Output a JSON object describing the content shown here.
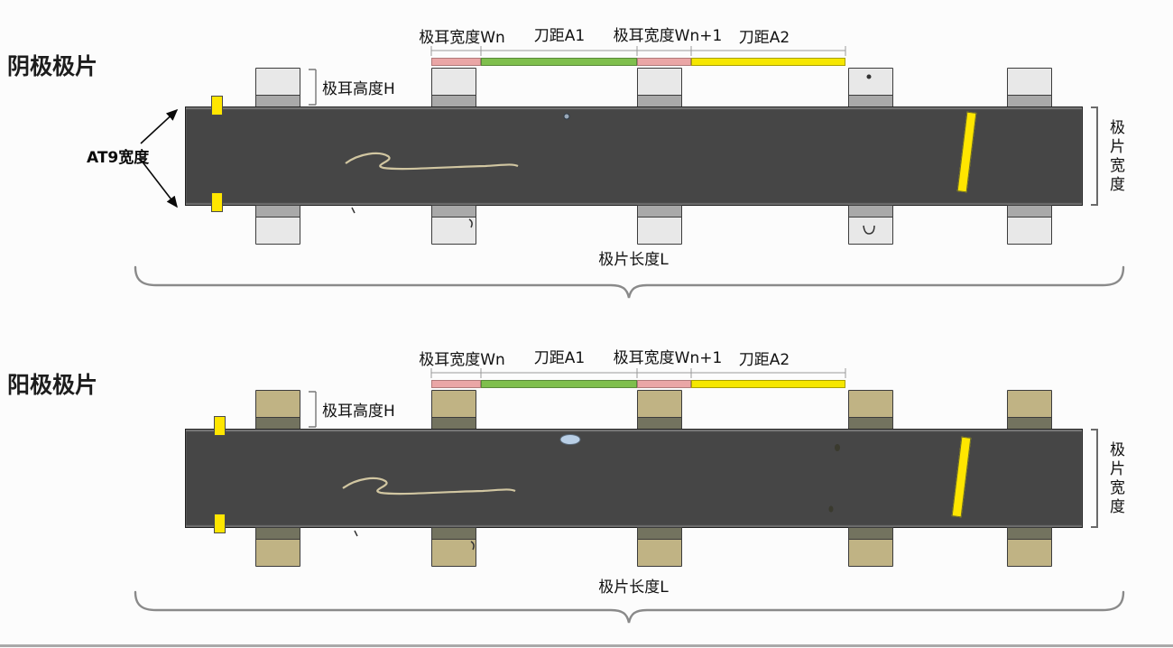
{
  "colors": {
    "strip": "#464646",
    "cathode_tab": "#e8e8e8",
    "cathode_tab_base": "#a9a9a9",
    "anode_tab": "#c0b384",
    "anode_tab_base": "#73735f",
    "marker_yellow": "#ffe600",
    "bar_pink": "#eaa6a6",
    "bar_green": "#7fbf4d",
    "bar_yellow": "#f6e700"
  },
  "diagrams": [
    {
      "id": "cathode",
      "title": "阴极极片",
      "header_labels": {
        "tab_width_n": "极耳宽度Wn",
        "knife_gap_a1": "刀距A1",
        "tab_width_n_plus_1": "极耳宽度Wn+1",
        "knife_gap_a2": "刀距A2"
      },
      "tab_height_label": "极耳高度H",
      "at9_width_label": "AT9宽度",
      "strip_width_label": "极片宽度",
      "strip_length_label": "极片长度L"
    },
    {
      "id": "anode",
      "title": "阳极极片",
      "header_labels": {
        "tab_width_n": "极耳宽度Wn",
        "knife_gap_a1": "刀距A1",
        "tab_width_n_plus_1": "极耳宽度Wn+1",
        "knife_gap_a2": "刀距A2"
      },
      "tab_height_label": "极耳高度H",
      "strip_width_label": "极片宽度",
      "strip_length_label": "极片长度L"
    }
  ]
}
